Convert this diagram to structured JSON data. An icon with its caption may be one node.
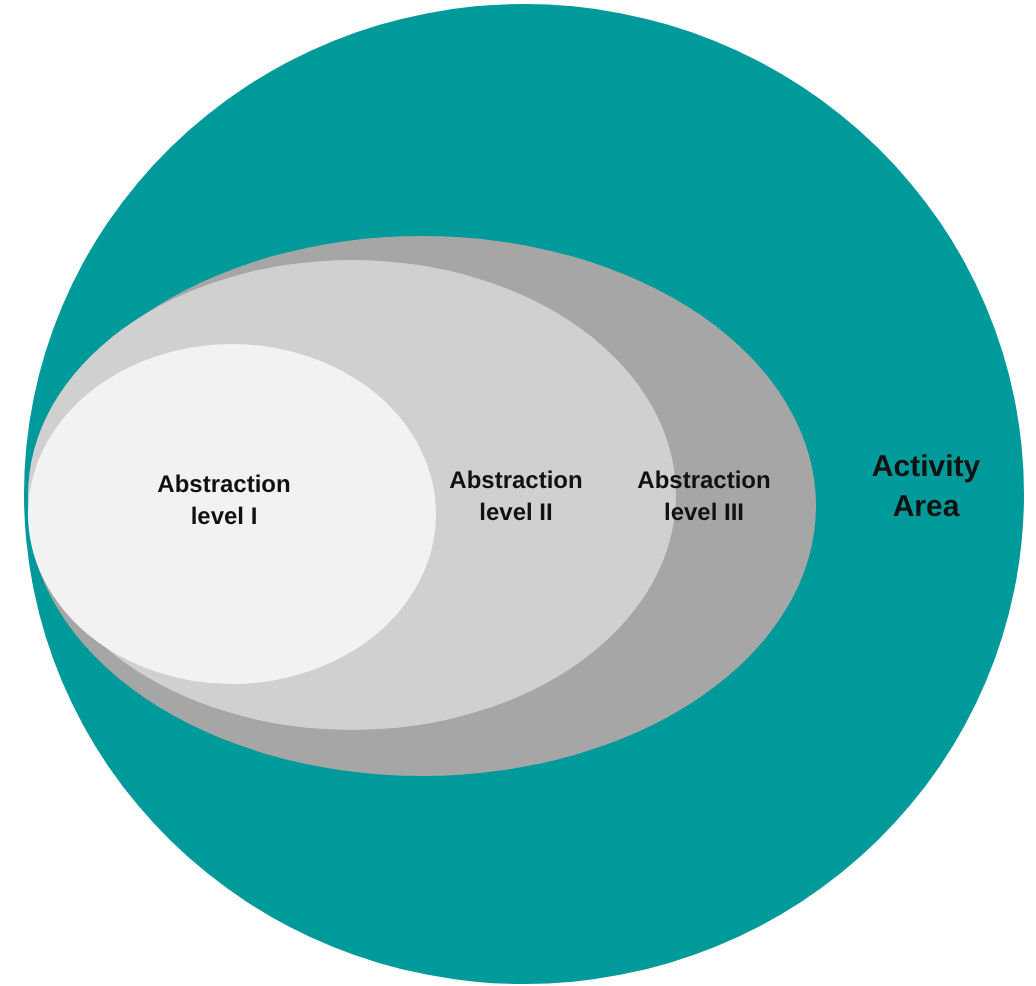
{
  "diagram": {
    "nodes": [
      {
        "text": [
          "Activity Area"
        ]
      },
      {
        "text": [
          "Abstraction level III"
        ],
        "in": 0
      },
      {
        "text": [
          "Abstraction level II"
        ],
        "in": 1
      },
      {
        "text": [
          "Abstraction level I"
        ],
        "in": 2
      }
    ]
  }
}
